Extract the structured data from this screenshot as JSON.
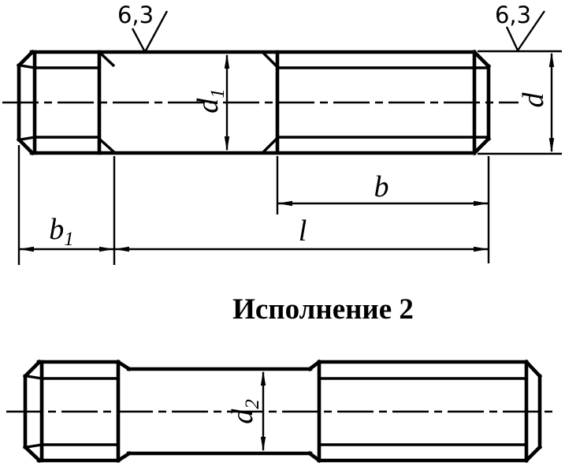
{
  "drawing": {
    "colors": {
      "ink": "#000000",
      "paper": "#ffffff"
    },
    "view1": {
      "roughness_left": "6,3",
      "roughness_right": "6,3",
      "dim_d1_base": "d",
      "dim_d1_sub": "1",
      "dim_d": "d",
      "dim_b": "b",
      "dim_b1_base": "b",
      "dim_b1_sub": "1",
      "dim_l": "l"
    },
    "view2": {
      "title": "Исполнение 2",
      "dim_d2_base": "d",
      "dim_d2_sub": "2"
    }
  }
}
